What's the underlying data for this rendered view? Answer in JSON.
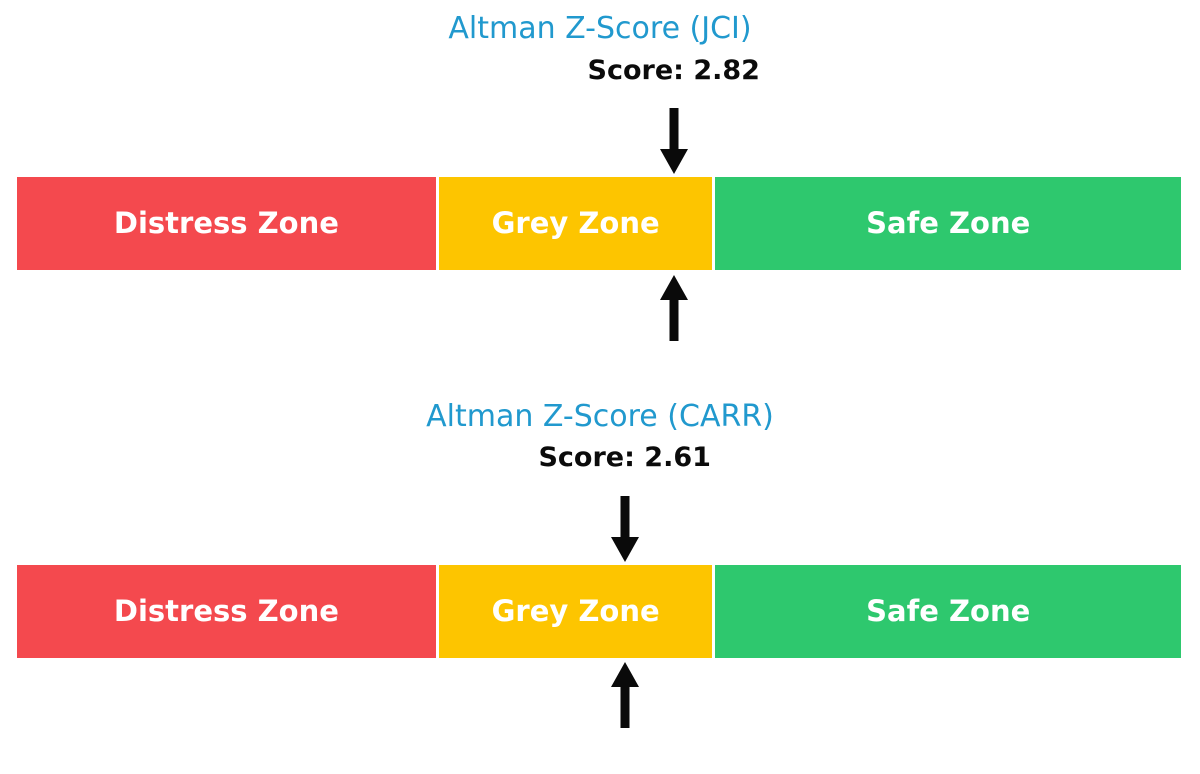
{
  "page": {
    "background": "#ffffff",
    "marker_color": "#000000"
  },
  "chart_data": [
    {
      "type": "bar",
      "title": "Altman Z-Score (JCI)",
      "title_color": "#2199CE",
      "score_label": "Score: 2.82",
      "score": 2.82,
      "xlim": [
        0,
        5
      ],
      "marker": "black arrow above and below bar at score position",
      "zones": [
        {
          "label": "Distress Zone",
          "start": 0,
          "end": 1.81,
          "color": "#F4494E"
        },
        {
          "label": "Grey Zone",
          "start": 1.81,
          "end": 2.99,
          "color": "#FDC500"
        },
        {
          "label": "Safe Zone",
          "start": 2.99,
          "end": 5,
          "color": "#2EC86E"
        }
      ]
    },
    {
      "type": "bar",
      "title": "Altman Z-Score (CARR)",
      "title_color": "#2199CE",
      "score_label": "Score: 2.61",
      "score": 2.61,
      "xlim": [
        0,
        5
      ],
      "marker": "black arrow above and below bar at score position",
      "zones": [
        {
          "label": "Distress Zone",
          "start": 0,
          "end": 1.81,
          "color": "#F4494E"
        },
        {
          "label": "Grey Zone",
          "start": 1.81,
          "end": 2.99,
          "color": "#FDC500"
        },
        {
          "label": "Safe Zone",
          "start": 2.99,
          "end": 5,
          "color": "#2EC86E"
        }
      ]
    }
  ]
}
